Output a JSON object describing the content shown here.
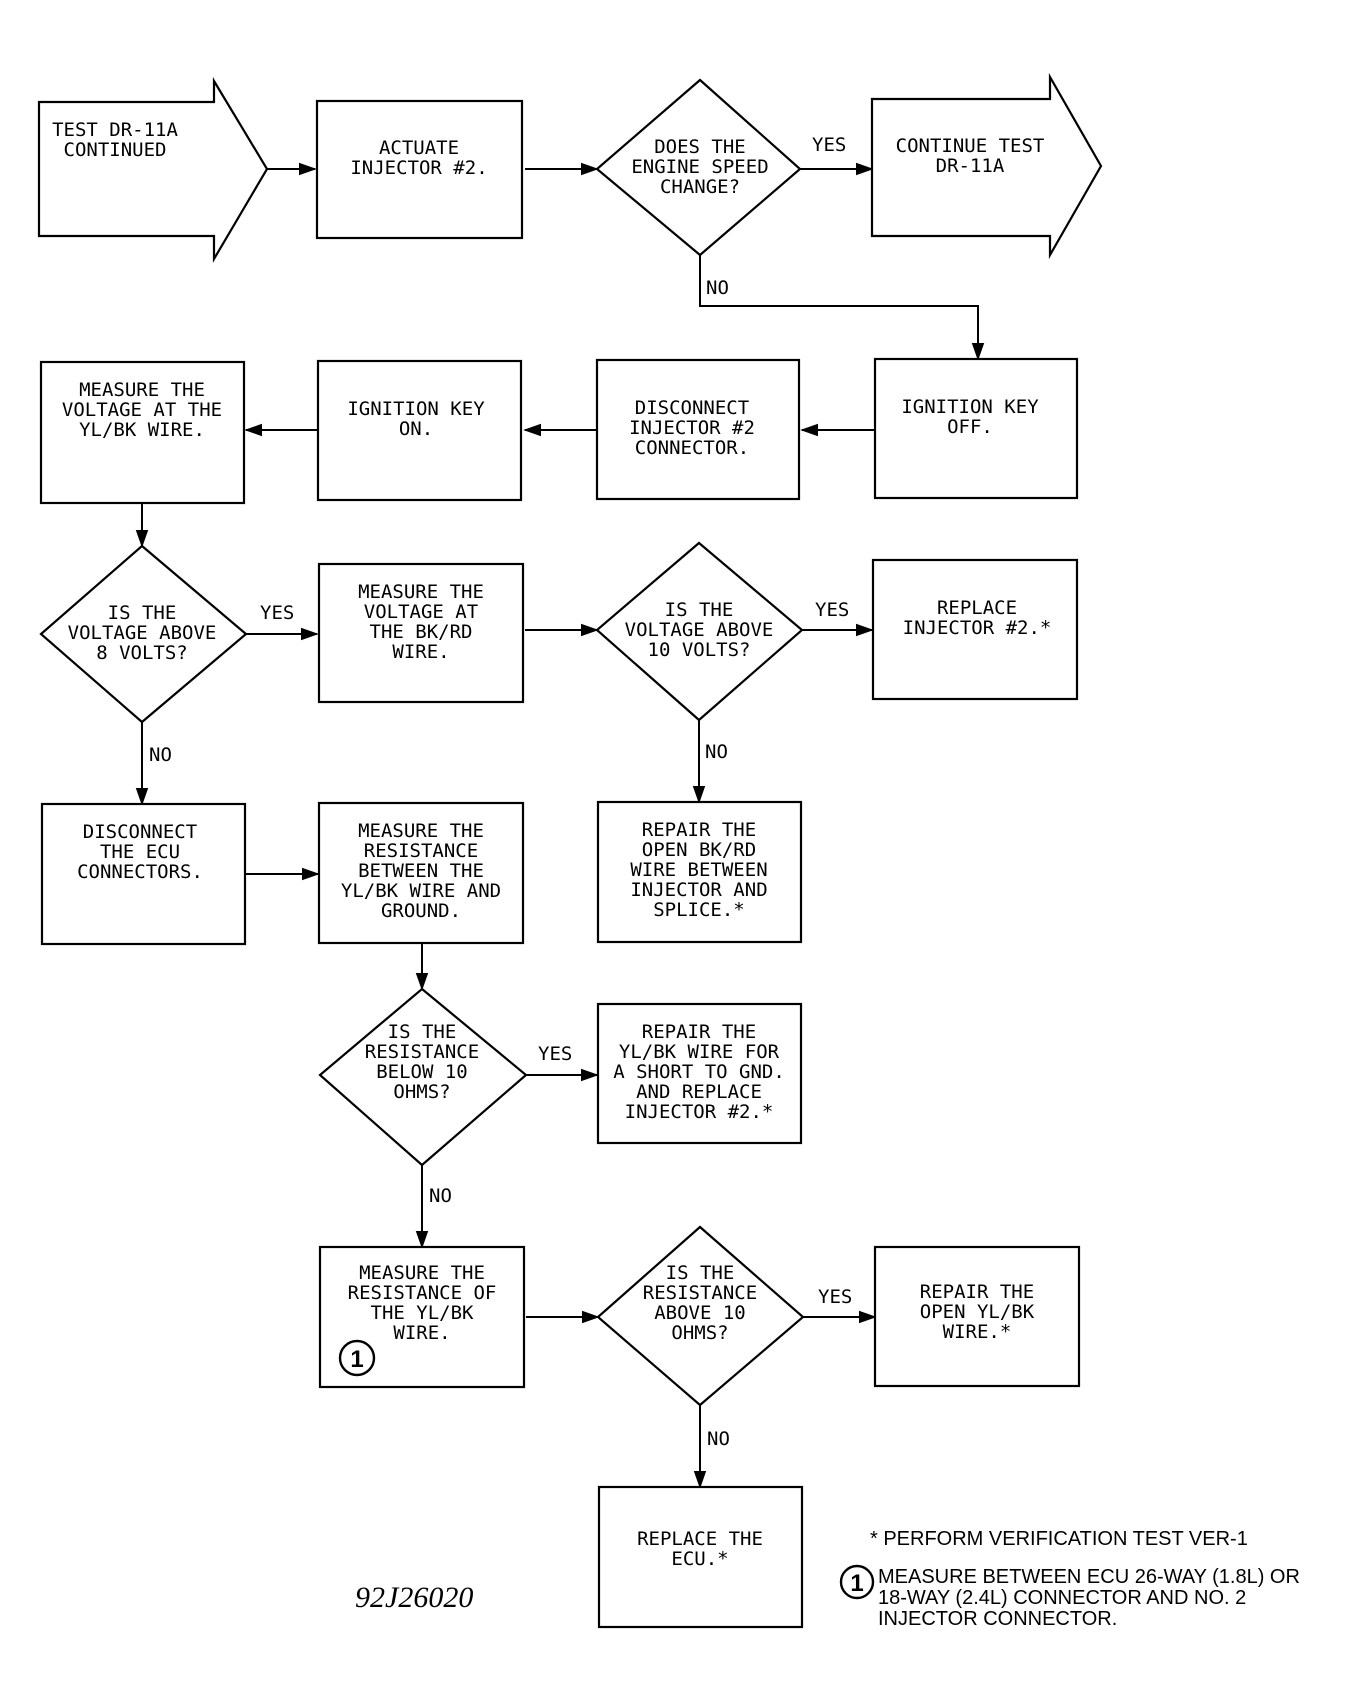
{
  "nodes": {
    "start": {
      "lines": [
        "TEST DR-11A",
        "CONTINUED"
      ]
    },
    "actuate": {
      "lines": [
        "ACTUATE",
        "INJECTOR #2."
      ]
    },
    "q_speed": {
      "lines": [
        "DOES THE",
        "ENGINE SPEED",
        "CHANGE?"
      ]
    },
    "continue": {
      "lines": [
        "CONTINUE TEST",
        "DR-11A"
      ]
    },
    "key_off": {
      "lines": [
        "IGNITION KEY",
        "OFF."
      ]
    },
    "disconnect_inj": {
      "lines": [
        "DISCONNECT",
        "INJECTOR #2",
        "CONNECTOR."
      ]
    },
    "key_on": {
      "lines": [
        "IGNITION KEY",
        "ON."
      ]
    },
    "measure_ylbk": {
      "lines": [
        "MEASURE THE",
        "VOLTAGE AT THE",
        "YL/BK WIRE."
      ]
    },
    "q_8v": {
      "lines": [
        "IS THE",
        "VOLTAGE ABOVE",
        "8 VOLTS?"
      ]
    },
    "measure_bkrd": {
      "lines": [
        "MEASURE THE",
        "VOLTAGE AT",
        "THE BK/RD",
        "WIRE."
      ]
    },
    "q_10v": {
      "lines": [
        "IS THE",
        "VOLTAGE ABOVE",
        "10 VOLTS?"
      ]
    },
    "replace_inj": {
      "lines": [
        "REPLACE",
        "INJECTOR #2.*"
      ]
    },
    "repair_bkrd": {
      "lines": [
        "REPAIR THE",
        "OPEN BK/RD",
        "WIRE BETWEEN",
        "INJECTOR AND",
        "SPLICE.*"
      ]
    },
    "disconnect_ecu": {
      "lines": [
        "DISCONNECT",
        "THE ECU",
        "CONNECTORS."
      ]
    },
    "measure_res_gnd": {
      "lines": [
        "MEASURE THE",
        "RESISTANCE",
        "BETWEEN THE",
        "YL/BK WIRE AND",
        "GROUND."
      ]
    },
    "q_below10": {
      "lines": [
        "IS THE",
        "RESISTANCE",
        "BELOW 10",
        "OHMS?"
      ]
    },
    "repair_short": {
      "lines": [
        "REPAIR THE",
        "YL/BK WIRE FOR",
        "A SHORT TO GND.",
        "AND REPLACE",
        "INJECTOR #2.*"
      ]
    },
    "measure_res_ylbk": {
      "lines": [
        "MEASURE THE",
        "RESISTANCE OF",
        "THE YL/BK",
        "WIRE."
      ]
    },
    "q_above10": {
      "lines": [
        "IS THE",
        "RESISTANCE",
        "ABOVE 10",
        "OHMS?"
      ]
    },
    "repair_open_ylbk": {
      "lines": [
        "REPAIR THE",
        "OPEN YL/BK",
        "WIRE.*"
      ]
    },
    "replace_ecu": {
      "lines": [
        "REPLACE THE",
        "ECU.*"
      ]
    }
  },
  "edge_labels": {
    "speed_yes": "YES",
    "speed_no": "NO",
    "v8_yes": "YES",
    "v8_no": "NO",
    "v10_yes": "YES",
    "v10_no": "NO",
    "below10_yes": "YES",
    "below10_no": "NO",
    "above10_yes": "YES",
    "above10_no": "NO"
  },
  "marker": {
    "symbol": "1"
  },
  "figure_id": "92J26020",
  "notes": {
    "asterisk_note": "* PERFORM VERIFICATION TEST VER-1",
    "circle_note_symbol": "1",
    "circle_note_lines": [
      "MEASURE BETWEEN ECU 26-WAY (1.8L) OR",
      "18-WAY (2.4L) CONNECTOR AND NO. 2",
      "INJECTOR CONNECTOR."
    ]
  }
}
